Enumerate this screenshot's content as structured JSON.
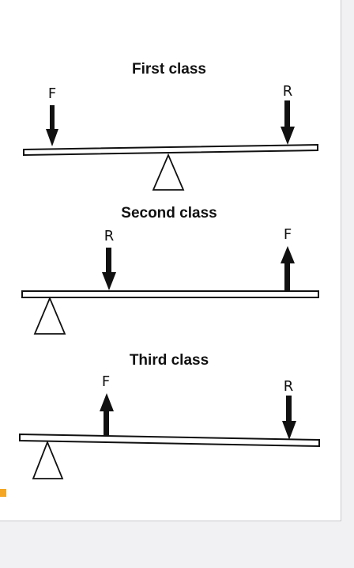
{
  "levers": [
    {
      "title": "First class",
      "labels": [
        "F",
        "R"
      ]
    },
    {
      "title": "Second class",
      "labels": [
        "R",
        "F"
      ]
    },
    {
      "title": "Third class",
      "labels": [
        "F",
        "R"
      ]
    }
  ],
  "colors": {
    "ink": "#111111",
    "marker": "#f5a623",
    "page_background": "#ffffff",
    "viewer_background": "#f1f1f3"
  }
}
